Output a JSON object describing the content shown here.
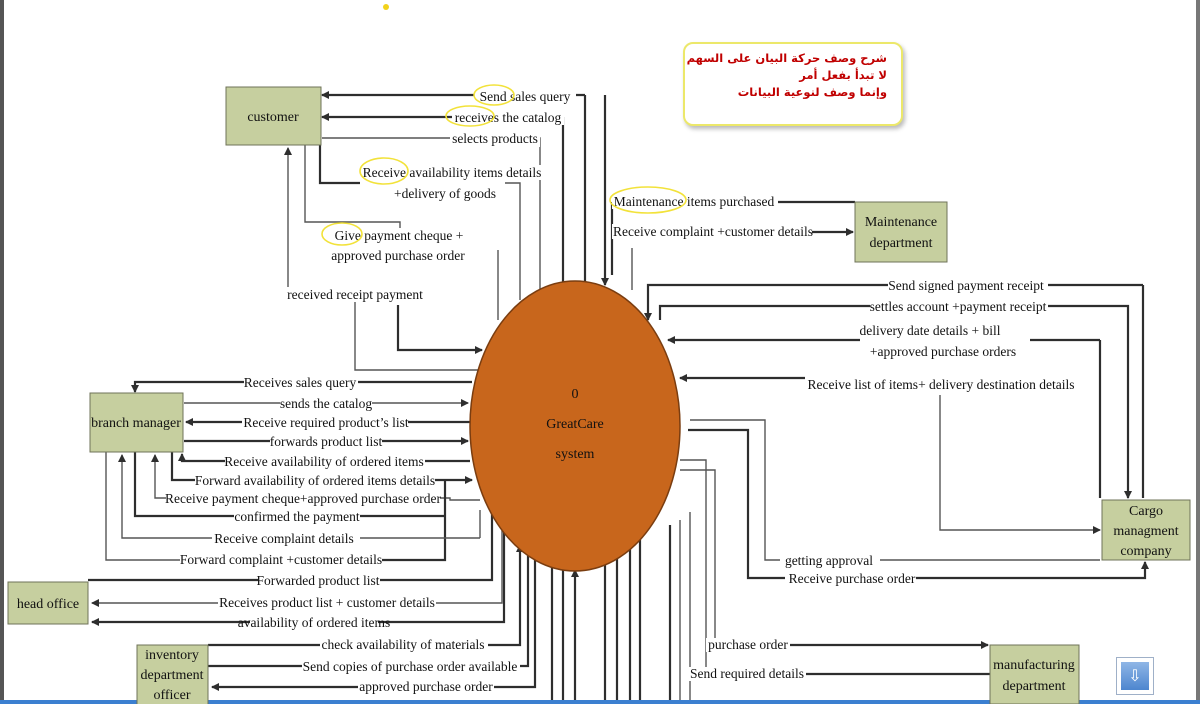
{
  "process": {
    "number": "0",
    "name_line1": "GreatCare",
    "name_line2": "system"
  },
  "entities": {
    "customer": "customer",
    "branch_manager": "branch manager",
    "head_office": "head office",
    "inventory": [
      "inventory",
      "department",
      "officer"
    ],
    "maintenance": [
      "Maintenance",
      "department"
    ],
    "cargo": [
      "Cargo",
      "managment",
      "company"
    ],
    "manufacturing": [
      "manufacturing",
      "department"
    ]
  },
  "note": {
    "lines": [
      "شرح وصف حركة البيان على السهم",
      "لا تبدأ بفعل أمر",
      "وإنما وصف لنوعية البيانات"
    ],
    "color": "#c00000"
  },
  "flows": {
    "customer": [
      "Send sales query",
      "receives the catalog",
      "selects products",
      "Receive availability items details",
      "+delivery of goods",
      "Give payment cheque +",
      "approved purchase order",
      "received receipt payment"
    ],
    "maintenance": [
      "Maintenance items purchased",
      "Receive complaint +customer details"
    ],
    "cargo": [
      "Send signed payment receipt",
      "settles account +payment receipt",
      "delivery date details +  bill",
      "+approved purchase orders",
      "Receive list of items+ delivery destination details",
      "getting approval",
      "Receive purchase order"
    ],
    "branch_manager": [
      "Receives sales query",
      "sends the catalog",
      "Receive required product’s list",
      "forwards product list",
      "Receive availability of ordered items",
      "Forward availability of ordered items details",
      "Receive payment cheque+approved purchase order",
      "confirmed the payment",
      "Receive complaint details",
      "Forward complaint +customer details"
    ],
    "head_office": [
      "Forwarded product list",
      "Receives product list + customer details",
      "availability of ordered items"
    ],
    "inventory": [
      "check availability of materials",
      "Send copies of purchase order available",
      "approved purchase order"
    ],
    "manufacturing": [
      "purchase order",
      "Send required details"
    ]
  },
  "colors": {
    "process": "#c8661c",
    "entity": "#c6cf9f",
    "highlight": "#f2e23a"
  }
}
